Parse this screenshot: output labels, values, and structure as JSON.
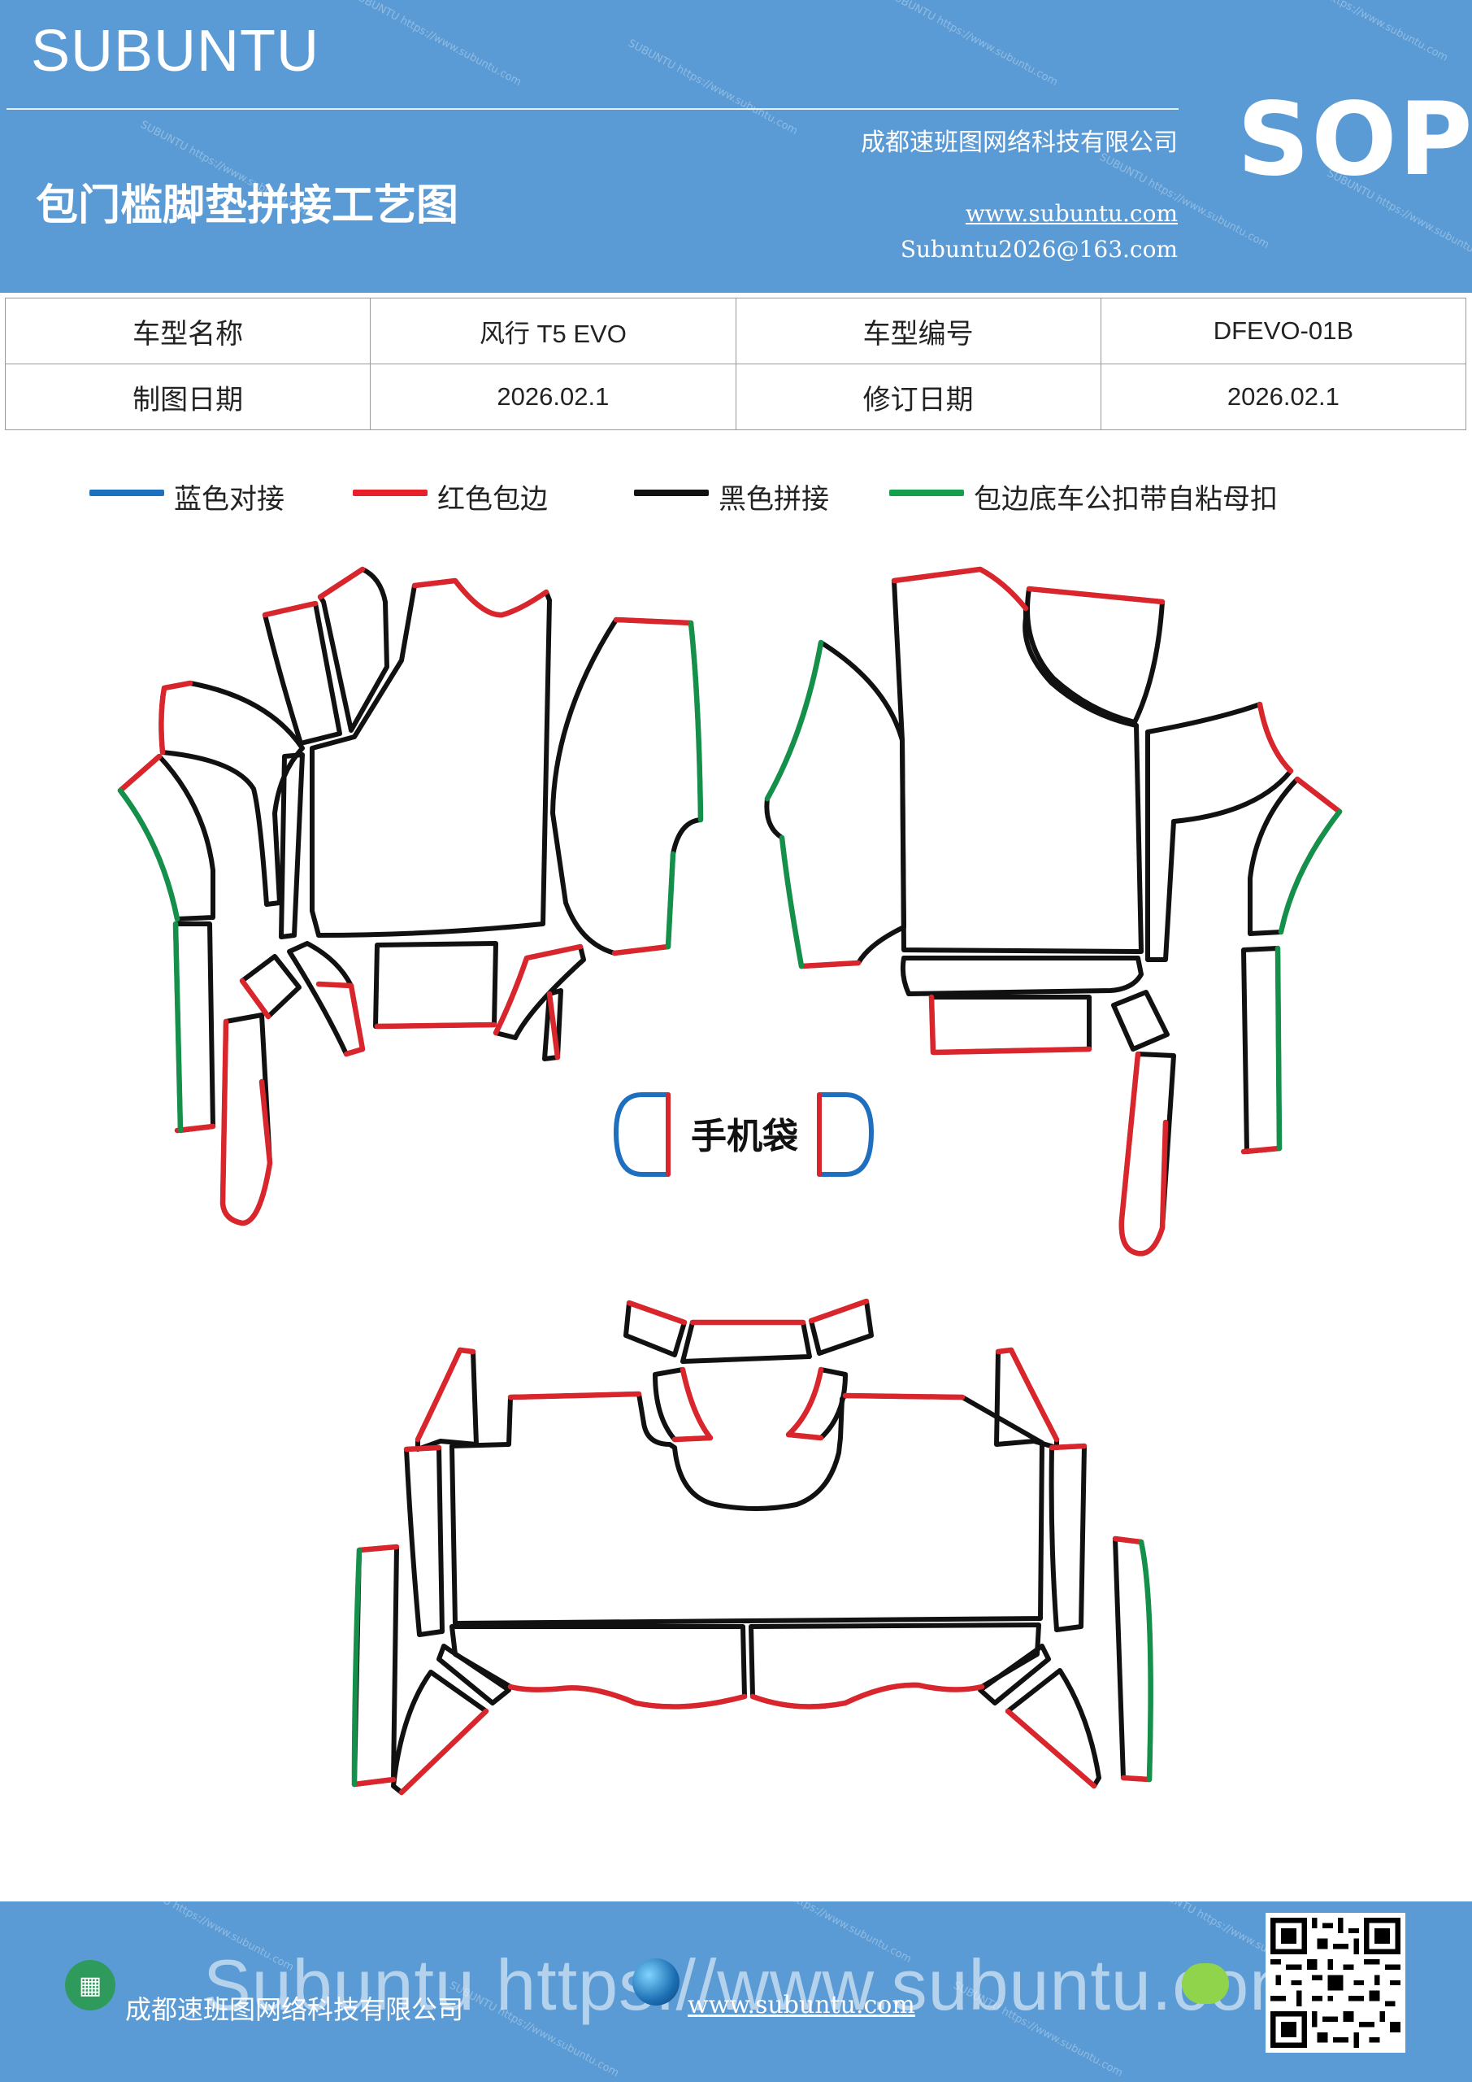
{
  "header": {
    "brand": "SUBUNTU",
    "title": "包门槛脚垫拼接工艺图",
    "company": "成都速班图网络科技有限公司",
    "website": "www.subuntu.com",
    "email": "Subuntu2026@163.com",
    "badge": "SOP",
    "watermark": "SUBUNTU https://www.subuntu.com"
  },
  "info_table": {
    "model_name_label": "车型名称",
    "model_name_value": "风行 T5  EVO",
    "model_code_label": "车型编号",
    "model_code_value": "DFEVO-01B",
    "drawing_date_label": "制图日期",
    "drawing_date_value": "2026.02.1",
    "revision_date_label": "修订日期",
    "revision_date_value": "2026.02.1"
  },
  "legend": [
    {
      "label": "蓝色对接",
      "color": "#1f6fc0"
    },
    {
      "label": "红色包边",
      "color": "#e8202a"
    },
    {
      "label": "黑色拼接",
      "color": "#111111"
    },
    {
      "label": "包边底车公扣带自粘母扣",
      "color": "#14a04a"
    }
  ],
  "diagram": {
    "phone_pocket_label": "手机袋",
    "colors": {
      "blue": "#1f6fc0",
      "red": "#d8262c",
      "black": "#111111",
      "green": "#14904a"
    }
  },
  "footer": {
    "company": "成都速班图网络科技有限公司",
    "watermark_text": "Subuntu https://www.subuntu.com",
    "website": "www.subuntu.com",
    "building_icon": "building-icon",
    "globe_icon": "globe-icon",
    "wechat_icon": "wechat-icon",
    "qr_icon": "qr-code"
  }
}
